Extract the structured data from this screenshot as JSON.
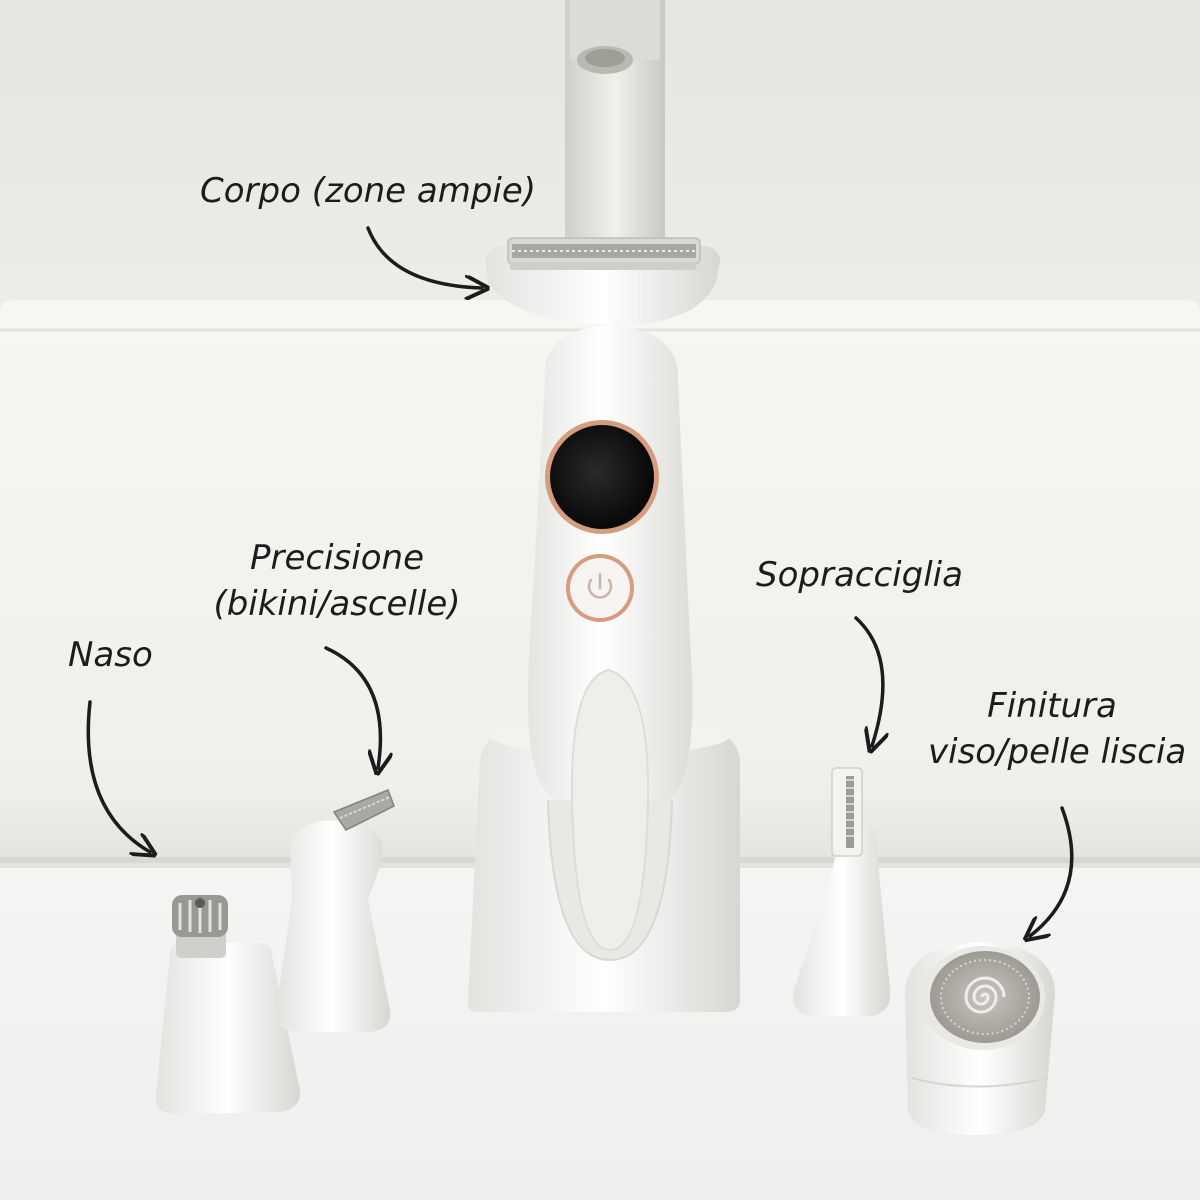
{
  "labels": {
    "corpo": "Corpo (zone ampie)",
    "precisione_line1": "Precisione",
    "precisione_line2": "(bikini/ascelle)",
    "naso": "Naso",
    "sopracciglia": "Sopracciglia",
    "finitura_line1": "Finitura",
    "finitura_line2": "viso/pelle liscia"
  },
  "colors": {
    "wall": "#ebeae5",
    "sink": "#f4f4f1",
    "counter": "#f0f1ee",
    "device_white": "#f7f7f5",
    "rose_gold": "#d59c7e",
    "display_black": "#111111",
    "text": "#1c1c1c"
  }
}
